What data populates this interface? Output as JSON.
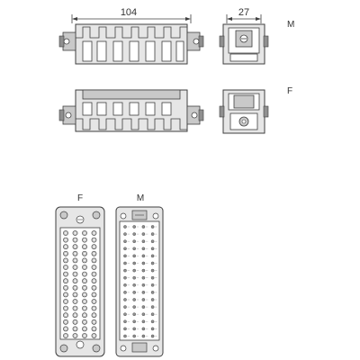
{
  "dimensions": {
    "width_label": "104",
    "depth_label": "27"
  },
  "labels": {
    "male": "M",
    "female": "F"
  },
  "colors": {
    "line": "#3f3f3f",
    "fill_light": "#e6e6e6",
    "fill_mid": "#c9c9c9",
    "fill_dark": "#8f8f8f",
    "background": "#ffffff"
  },
  "insert": {
    "rows": 16,
    "columns": 4
  }
}
